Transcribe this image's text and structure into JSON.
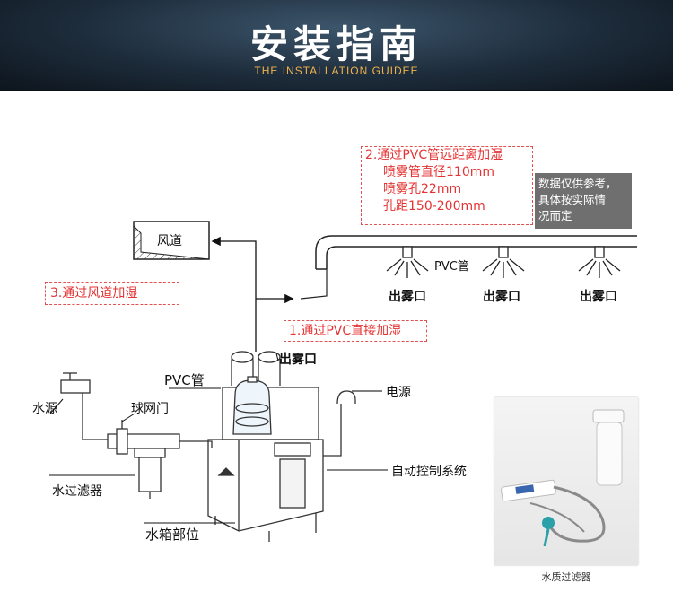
{
  "banner": {
    "title": "安装指南",
    "subtitle": "THE INSTALLATION GUIDEE"
  },
  "callouts": {
    "long_distance": {
      "line1": "2.通过PVC管远距离加湿",
      "line2": "喷雾管直径110mm",
      "line3": "喷雾孔22mm",
      "line4": "孔距150-200mm"
    },
    "duct": "3.通过风道加湿",
    "direct": "1.通过PVC直接加湿"
  },
  "note": {
    "line1": "数据仅供参考，",
    "line2": "具体按实际情",
    "line3": "况而定"
  },
  "labels": {
    "air_duct": "风道",
    "pvc_pipe_top": "PVC管",
    "mist_outlet": "出雾口",
    "pvc_pipe": "PVC管",
    "power": "电源",
    "water_source": "水源",
    "ball_valve": "球网门",
    "water_filter": "水过滤器",
    "auto_control": "自动控制系统",
    "water_tank": "水箱部位"
  },
  "photo": {
    "caption": "水质过滤器"
  },
  "colors": {
    "callout_red": "#e53333",
    "note_bg": "#6f6f6f",
    "banner_accent": "#f0b24a"
  }
}
